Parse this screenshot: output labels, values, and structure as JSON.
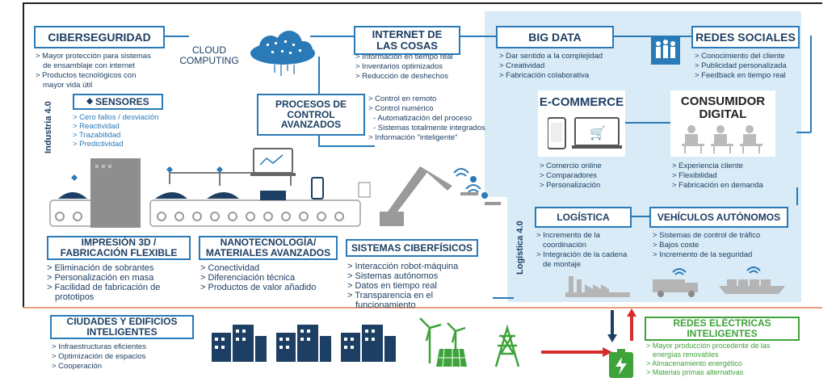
{
  "ciberseguridad": {
    "title": "CIBERSEGURIDAD",
    "items": [
      "> Mayor protección para sistemas",
      "de ensamblaje con internet",
      "> Productos tecnológicos con",
      "mayor vida útil"
    ]
  },
  "cloud": {
    "label_1": "CLOUD",
    "label_2": "COMPUTING"
  },
  "iot": {
    "title_1": "INTERNET DE",
    "title_2": "LAS COSAS",
    "items": [
      "> Información en tiempo real",
      "> Inventarios optimizados",
      "> Reducción de deshechos"
    ]
  },
  "big_data": {
    "title": "BIG DATA",
    "items": [
      "> Dar sentido a la complejidad",
      "> Creatividad",
      "> Fabricación colaborativa"
    ]
  },
  "redes_sociales": {
    "title": "REDES SOCIALES",
    "items": [
      "> Conocimiento del cliente",
      "> Publicidad personalizada",
      "> Feedback en tiempo real"
    ]
  },
  "industria_label": "Industria 4.0",
  "sensores": {
    "title": "SENSORES",
    "items": [
      "> Cero fallos / desviación",
      "> Reactividad",
      "> Trazabilidad",
      "> Predictividad"
    ]
  },
  "procesos": {
    "title_1": "PROCESOS DE",
    "title_2": "CONTROL",
    "title_3": "AVANZADOS",
    "items": [
      "> Control en remoto",
      "> Control numérico",
      "- Automatización del proceso",
      "- Sistemas totalmente integrados",
      "> Información \"inteligente\""
    ]
  },
  "ecommerce": {
    "title": "E-COMMERCE",
    "items": [
      "> Comercio online",
      "> Comparadores",
      "> Personalización"
    ]
  },
  "consumidor": {
    "title_1": "CONSUMIDOR",
    "title_2": "DIGITAL",
    "items": [
      "> Experiencia cliente",
      "> Flexibilidad",
      "> Fabricación en demanda"
    ]
  },
  "impresion3d": {
    "title_1": "IMPRESIÓN 3D /",
    "title_2": "FABRICACIÓN FLEXIBLE",
    "items": [
      "> Eliminación de sobrantes",
      "> Personalización en masa",
      "> Facilidad de fabricación de",
      "prototipos"
    ]
  },
  "nanotecnologia": {
    "title_1": "NANOTECNOLOGÍA/",
    "title_2": "MATERIALES AVANZADOS",
    "items": [
      "> Conectividad",
      "> Diferenciación técnica",
      "> Productos de valor añadido"
    ]
  },
  "ciberfisicos": {
    "title": "SISTEMAS CIBERFÍSICOS",
    "items": [
      "> Interacción robot-máquina",
      "> Sistemas autónomos",
      "> Datos en tiempo real",
      "> Transparencia en el",
      "funcionamiento"
    ]
  },
  "logistica_label": "Logística 4.0",
  "logistica": {
    "title": "LOGÍSTICA",
    "items": [
      "> Incremento de la",
      "coordinación",
      "> Integración de la cadena",
      "de montaje"
    ]
  },
  "vehiculos": {
    "title": "VEHÍCULOS AUTÓNOMOS",
    "items": [
      "> Sistemas de control de tráfico",
      "> Bajos coste",
      "> Incremento de la seguridad"
    ]
  },
  "ciudades": {
    "title_1": "CIUDADES Y EDIFICIOS",
    "title_2": "INTELIGENTES",
    "items": [
      "> Infraestructuras eficientes",
      "> Optimización de espacios",
      "> Cooperación"
    ]
  },
  "redes_electricas": {
    "title_1": "REDES ELÉCTRICAS",
    "title_2": "INTELIGENTES",
    "items": [
      "> Mayor producción procedente de las",
      "energías renovables",
      "> Almacenamiento energético",
      "> Materias primas alternativas"
    ]
  },
  "colors": {
    "accent": "#2a7ab8",
    "dark": "#1d3f63",
    "light_panel": "#d9ebf6",
    "green": "#3ea33a",
    "red": "#d62c2c",
    "orange_line": "#e9a07a"
  }
}
